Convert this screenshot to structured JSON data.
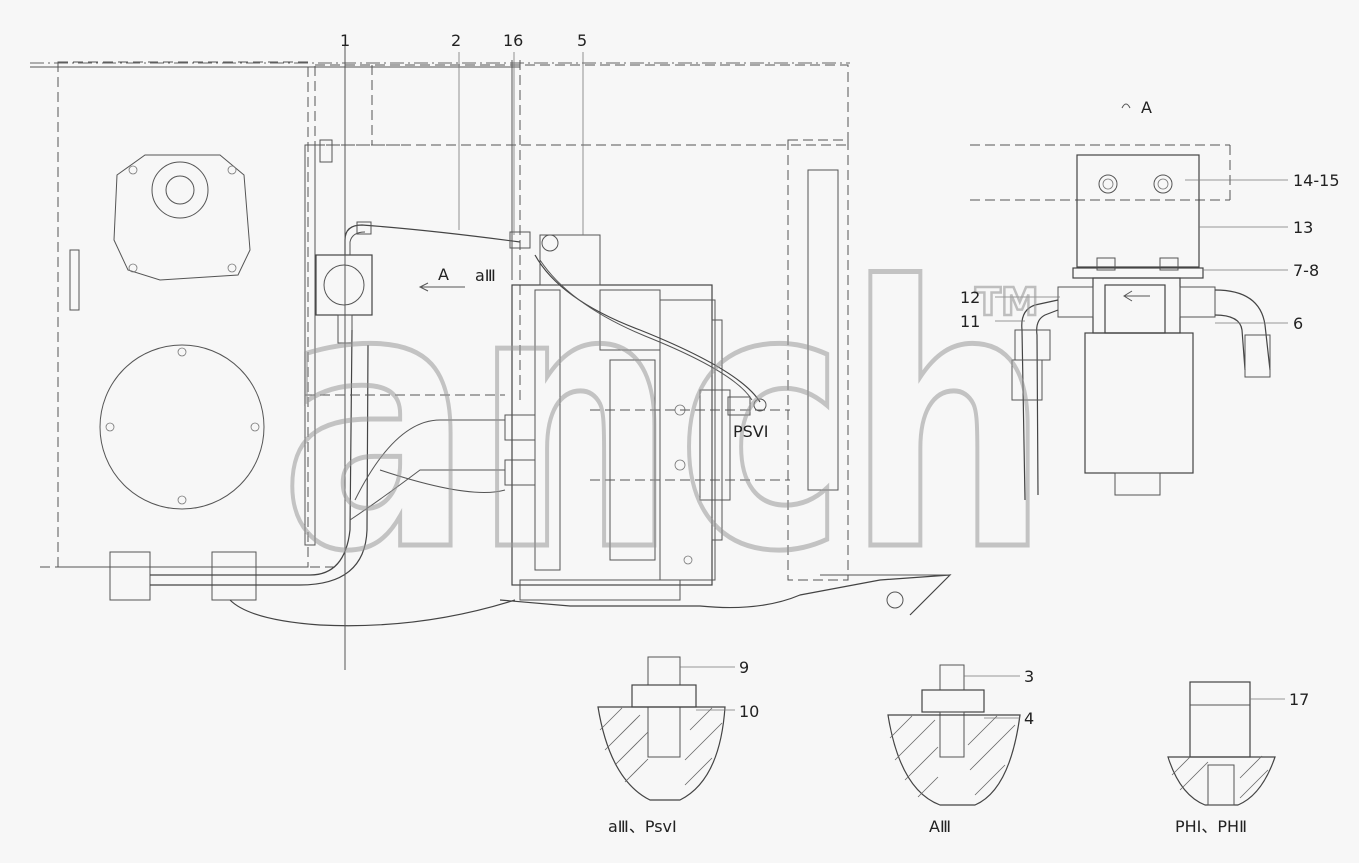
{
  "callouts": {
    "c1": "1",
    "c2": "2",
    "c16": "16",
    "c5": "5",
    "c14_15": "14-15",
    "c13": "13",
    "c7_8": "7-8",
    "c12": "12",
    "c11": "11",
    "c6": "6",
    "c9": "9",
    "c10": "10",
    "c3": "3",
    "c4": "4",
    "c17": "17"
  },
  "annotations": {
    "view_a_top": "A",
    "view_a_arrow": "A",
    "port_a3": "aⅢ",
    "port_psv1": "PSVⅠ"
  },
  "captions": {
    "detail_left": "aⅢ、PsvⅠ",
    "detail_middle": "AⅢ",
    "detail_right": "PHⅠ、PHⅡ"
  },
  "watermark": {
    "text": "anch",
    "trademark": "TM"
  }
}
